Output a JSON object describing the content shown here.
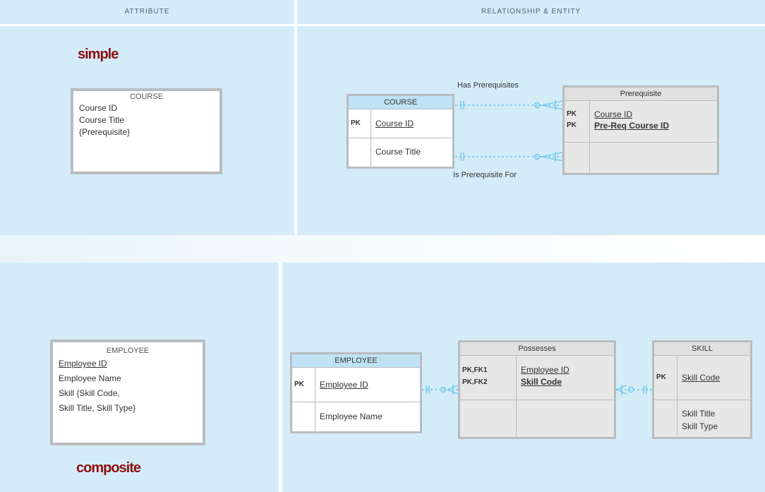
{
  "headers": {
    "attribute": "ATTRIBUTE",
    "relationship": "RELATIONSHIP & ENTITY"
  },
  "labels": {
    "simple": "simple",
    "composite": "composite"
  },
  "top_attr_box": {
    "title": "COURSE",
    "rows": [
      "Course ID",
      "Course Title",
      "{Prerequisite}"
    ]
  },
  "course_entity": {
    "title": "COURSE",
    "pk_key": "PK",
    "pk_attr": "Course ID",
    "attr": "Course Title"
  },
  "prereq_entity": {
    "title": "Prerequisite",
    "key1": "PK",
    "attr1": "Course ID",
    "key2": "PK",
    "attr2": "Pre-Req Course ID"
  },
  "relations": {
    "has": "Has Prerequisites",
    "is": "Is Prerequisite For"
  },
  "bottom_attr_box": {
    "title": "EMPLOYEE",
    "rows": [
      "Employee ID",
      "Employee Name",
      "Skill {Skill Code,",
      "Skill Title, Skill Type}"
    ]
  },
  "employee_entity": {
    "title": "EMPLOYEE",
    "pk_key": "PK",
    "pk_attr": "Employee ID",
    "attr": "Employee Name"
  },
  "possesses_entity": {
    "title": "Possesses",
    "key1": "PK,FK1",
    "attr1": "Employee ID",
    "key2": "PK,FK2",
    "attr2": "Skill Code"
  },
  "skill_entity": {
    "title": "SKILL",
    "pk_key": "PK",
    "pk_attr": "Skill Code",
    "attr1": "Skill Title",
    "attr2": "Skill Type"
  },
  "colors": {
    "panel": "#d4ecf8",
    "label_red": "#8b1010",
    "entity_blue_header": "#bfe2f4",
    "entity_grey": "#e7e7e7",
    "connector": "#6ec6ec"
  }
}
